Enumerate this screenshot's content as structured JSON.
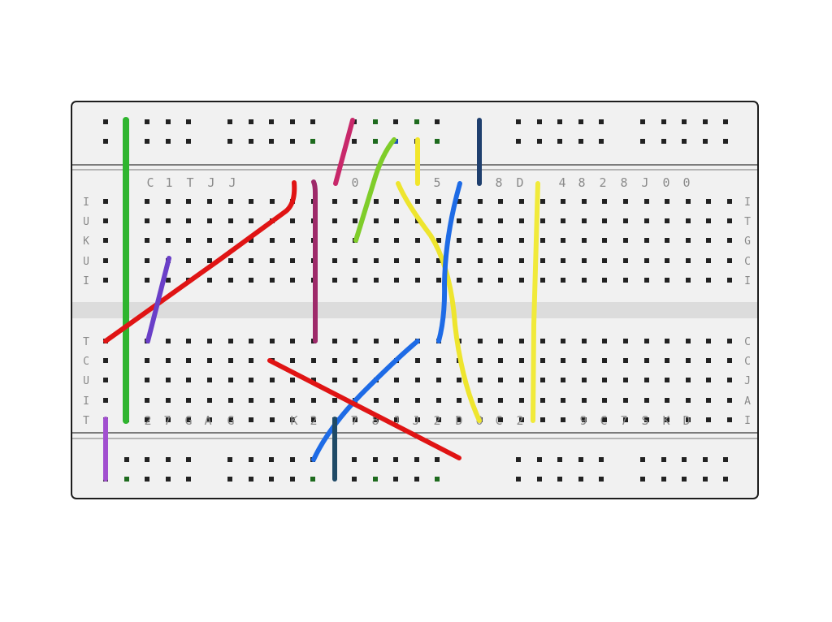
{
  "breadboard": {
    "colors": {
      "board": "#f1f1f1",
      "outline": "#1d1d1d",
      "hole": "#222222",
      "hole_green": "#1e6b1e",
      "hole_blue": "#1d4fb8",
      "channel": "#dcdcdc",
      "label": "#8a8a8a"
    },
    "top_column_labels": [
      "C",
      "1",
      "T",
      "J",
      "J",
      "",
      "",
      "",
      "",
      "0",
      "",
      "",
      "5",
      "",
      "8",
      "D",
      "",
      "4",
      "8",
      "2",
      "8",
      "J",
      "0",
      "0"
    ],
    "bottom_column_labels": [
      "",
      "2",
      "7",
      "G",
      "A",
      "G",
      "",
      "",
      "K",
      "2",
      "",
      "7",
      "8",
      "J",
      "J",
      "2",
      "D",
      "0",
      "C",
      "2",
      "",
      "",
      "9",
      "C",
      "7",
      "S",
      "K",
      "D"
    ],
    "left_row_labels_top": [
      "I",
      "U",
      "K",
      "U",
      "I"
    ],
    "right_row_labels_top": [
      "I",
      "T",
      "G",
      "C",
      "I"
    ],
    "left_row_labels_bottom": [
      "T",
      "C",
      "U",
      "I",
      "T"
    ],
    "right_row_labels_bottom": [
      "C",
      "C",
      "J",
      "A",
      "I"
    ]
  },
  "wires": [
    {
      "name": "green-wire-long",
      "color": "#2fb52f"
    },
    {
      "name": "red-wire-upper",
      "color": "#e01414"
    },
    {
      "name": "purple-wire-left",
      "color": "#6a3fc8"
    },
    {
      "name": "magenta-wire",
      "color": "#9e2a6a"
    },
    {
      "name": "pink-wire",
      "color": "#c8286a"
    },
    {
      "name": "lime-wire",
      "color": "#7fcd2a"
    },
    {
      "name": "yellow-wire-short",
      "color": "#f2e62a"
    },
    {
      "name": "navy-wire-top",
      "color": "#1f3f6e"
    },
    {
      "name": "yellow-wire-curved",
      "color": "#eee52e"
    },
    {
      "name": "blue-wire-upper",
      "color": "#1e6be6"
    },
    {
      "name": "yellow-wire-right",
      "color": "#f1ea3a"
    },
    {
      "name": "blue-wire-lower",
      "color": "#1e6be6"
    },
    {
      "name": "red-wire-lower",
      "color": "#e01414"
    },
    {
      "name": "navy-wire-bottom",
      "color": "#1f4a66"
    },
    {
      "name": "violet-wire-bottom",
      "color": "#a24fd0"
    }
  ]
}
